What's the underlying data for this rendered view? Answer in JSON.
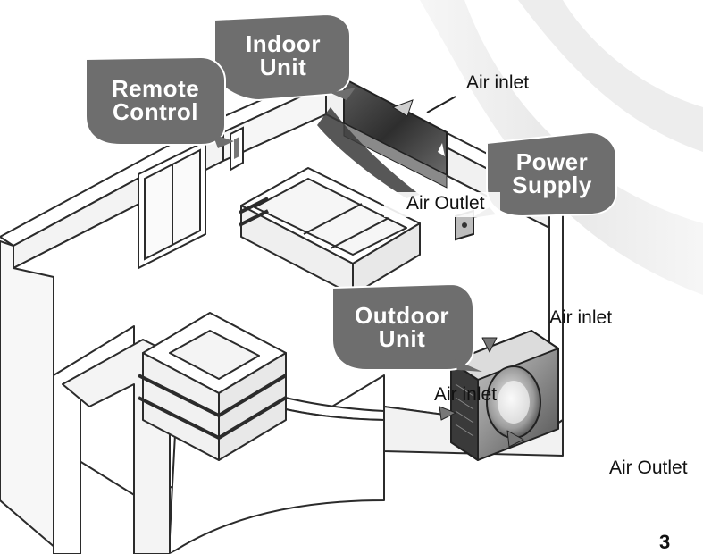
{
  "bubbles": {
    "indoor_unit": {
      "line1": "Indoor",
      "line2": "Unit"
    },
    "remote_control": {
      "line1": "Remote",
      "line2": "Control"
    },
    "power_supply": {
      "line1": "Power",
      "line2": "Supply"
    },
    "outdoor_unit": {
      "line1": "Outdoor",
      "line2": "Unit"
    }
  },
  "callouts": {
    "indoor_air_inlet": "Air inlet",
    "indoor_air_outlet": "Air Outlet",
    "outdoor_air_inlet_right": "Air inlet",
    "outdoor_air_inlet_left": "Air inlet",
    "outdoor_air_outlet": "Air Outlet"
  },
  "page_number": "3",
  "colors": {
    "bubble_fill": "#6e6e6e",
    "line": "#2b2b2b",
    "wall_fill": "#ffffff",
    "background_swoosh": "#e4e4e4",
    "unit_dark": "#3c3c3c",
    "unit_grey": "#9a9a9a"
  }
}
